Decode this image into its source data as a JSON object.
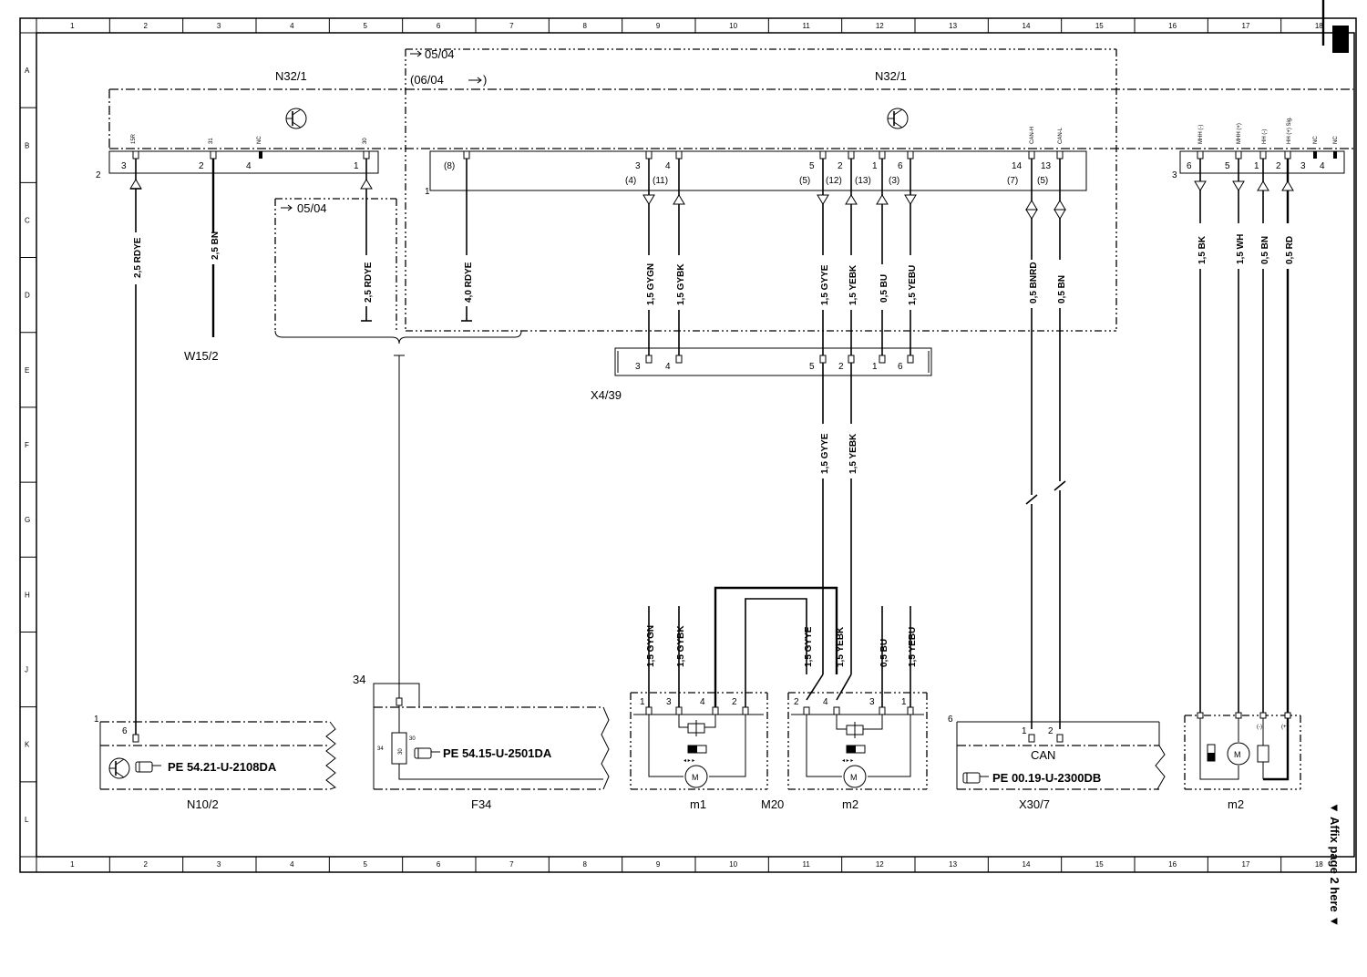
{
  "frame": {
    "columns": [
      "1",
      "2",
      "3",
      "4",
      "5",
      "6",
      "7",
      "8",
      "9",
      "10",
      "11",
      "12",
      "13",
      "14",
      "15",
      "16",
      "17",
      "18"
    ],
    "rows": [
      "A",
      "B",
      "C",
      "D",
      "E",
      "F",
      "G",
      "H",
      "J",
      "K",
      "L"
    ],
    "side_note": "▼ Affix page 2 here ▼"
  },
  "components": {
    "n32_left": "N32/1",
    "n32_right": "N32/1",
    "w15_2": "W15/2",
    "x4_39": "X4/39",
    "n10_2": "N10/2",
    "f34": "F34",
    "m1": "m1",
    "m20": "M20",
    "m2_a": "m2",
    "x30_7": "X30/7",
    "m2_b": "m2",
    "can": "CAN"
  },
  "notes": {
    "from_0504_top": "05/04",
    "from_0604": "(06/04",
    "from_0604_close": ")",
    "from_0504_inner": "05/04"
  },
  "refs": {
    "n10_2_ref": "PE 54.21-U-2108DA",
    "f34_ref": "PE 54.15-U-2501DA",
    "x30_7_ref": "PE 00.19-U-2300DB"
  },
  "connector_labels": {
    "c15r": "15R",
    "c31": "31",
    "cnc1": "NC",
    "c30": "30",
    "canh": "CAN-H",
    "canl": "CAN-L",
    "mhh_minus": "MHH (-)",
    "mhh_plus": "MHH (+)",
    "hh_minus": "HH (-)",
    "hh_sig": "HH (+) Sig.",
    "nc_a": "NC",
    "nc_b": "NC"
  },
  "pins": {
    "n32_left_pin2": "2",
    "p3": "3",
    "p2": "2",
    "p4": "4",
    "p1": "1",
    "p8": "(8)",
    "n32_right_pin1": "1",
    "r3": "3",
    "r4": "4",
    "r5": "5",
    "r2": "2",
    "r1": "1",
    "r6": "6",
    "r14": "14",
    "r13": "13",
    "a4": "(4)",
    "a11": "(11)",
    "a5": "(5)",
    "a12": "(12)",
    "a13": "(13)",
    "a3": "(3)",
    "a7": "(7)",
    "a5b": "(5)",
    "m2b_conn": "3",
    "q6": "6",
    "q5": "5",
    "q1": "1",
    "q2": "2",
    "q3": "3",
    "q4": "4",
    "x3": "3",
    "x4": "4",
    "x5": "5",
    "x2": "2",
    "x1": "1",
    "x6": "6",
    "n10_pin1": "1",
    "n10_pin6": "6",
    "f34_34": "34",
    "f34_30a": "30",
    "f34_30b": "30",
    "f34_34b": "34",
    "m1_1": "1",
    "m1_3": "3",
    "m1_4": "4",
    "m1_2": "2",
    "m2_2": "2",
    "m2_4": "4",
    "m2_3": "3",
    "m2_1": "1",
    "x30_6": "6",
    "x30_1": "1",
    "x30_2": "2",
    "m2b_minus": "(-)",
    "m2b_plus": "(+)"
  },
  "wires": {
    "w_25rdye": "2,5 RDYE",
    "w_25bn": "2,5 BN",
    "w_25rdye_b": "2,5 RDYE",
    "w_40rdye": "4,0 RDYE",
    "w_15gygn": "1,5 GYGN",
    "w_15gybk": "1,5 GYBK",
    "w_15gyye": "1,5 GYYE",
    "w_15yebk": "1,5 YEBK",
    "w_05bu": "0,5 BU",
    "w_15yebu": "1,5 YEBU",
    "w_05bnrd": "0,5 BNRD",
    "w_05bn": "0,5 BN",
    "w_15bk": "1,5 BK",
    "w_15wh": "1,5 WH",
    "w_05bn_b": "0,5 BN",
    "w_05rd": "0,5 RD",
    "w_15gyye_f": "1,5 GYYE",
    "w_15yebk_f": "1,5 YEBK",
    "w_15gygn_j": "1,5 GYGN",
    "w_15gybk_j": "1,5 GYBK",
    "w_15gyye_j": "1,5 GYYE",
    "w_15yebk_j": "1,5 YEBK",
    "w_05bu_j": "0,5 BU",
    "w_15yebu_j": "1,5 YEBU"
  },
  "icons": [
    "transistor-icon",
    "hand-pointer-icon",
    "motor-icon",
    "arrow-right-icon"
  ]
}
